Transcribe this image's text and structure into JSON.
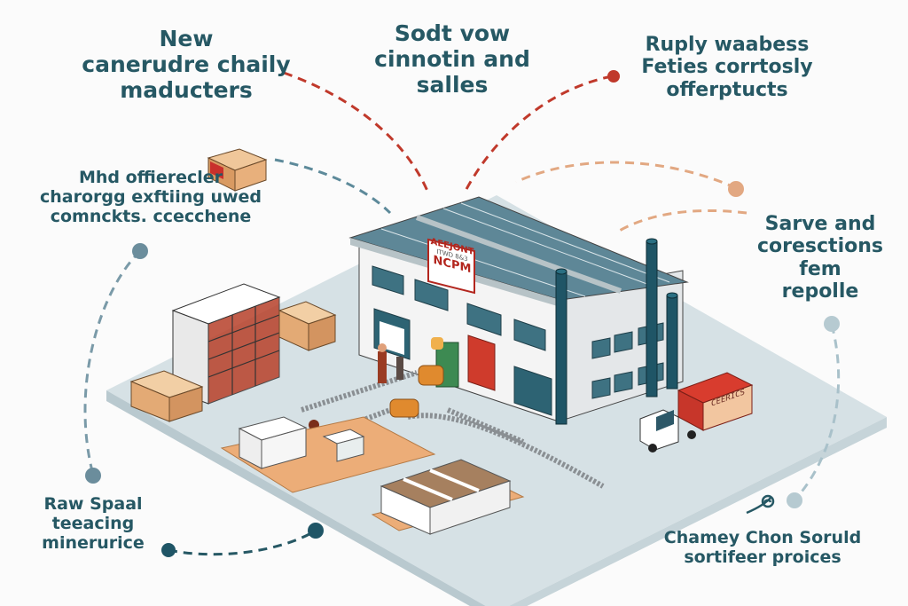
{
  "diagram": {
    "type": "isometric-factory-infographic",
    "accent_colors": {
      "text": "#265864",
      "red": "#c0392b",
      "steel_blue": "#6d93a4",
      "peach": "#e2a882",
      "teal_dark": "#1f5566"
    }
  },
  "labels": {
    "top_left": "New\ncanerudre chaily\nmaducters",
    "top_center": "Sodt vow\ncinnotin and\nsalles",
    "top_right": "Ruply waabess\nFeties corrtosly\nofferptucts",
    "mid_left": "Mhd offierecler\ncharorgg exftiing uwed\ncomnckts. ccecchene",
    "mid_right": "Sarve and\ncoresctions\nfem\nrepolle",
    "bottom_left": "Raw Spaal\nteeacing\nminerurice",
    "bottom_right": "Chamey Chon Soruld\nsortifeer proices"
  },
  "factory": {
    "sign_line1": "AEEJONT",
    "sign_line2": "ITWD 8&3",
    "sign_line3": "NCPM"
  },
  "truck": {
    "cargo_text": "CEERICS"
  },
  "icons": {
    "box": "crate-icon",
    "quill": "quill-icon"
  }
}
